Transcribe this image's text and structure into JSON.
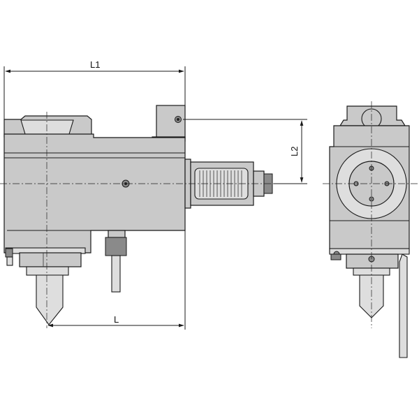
{
  "dimensions": {
    "l1": "L1",
    "l2": "L2",
    "l": "L"
  },
  "colors": {
    "body": "#c9c9c9",
    "line": "#1a1a1a",
    "background": "#ffffff"
  }
}
